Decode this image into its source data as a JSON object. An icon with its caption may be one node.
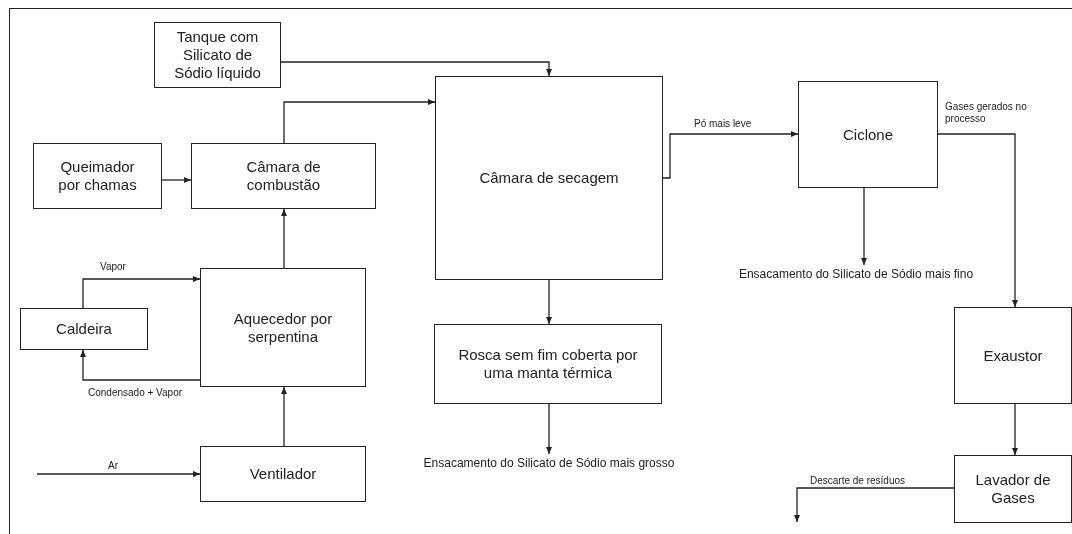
{
  "diagram": {
    "nodes": [
      {
        "text": [
          "Tanque com Silicato de Sódio líquido"
        ]
      },
      {
        "text": [
          "Queimador por chamas"
        ]
      },
      {
        "text": [
          "Câmara de combustão"
        ]
      },
      {
        "text": [
          "Câmara de secagem"
        ]
      },
      {
        "text": [
          "Ciclone"
        ]
      },
      {
        "text": [
          "Caldeira"
        ]
      },
      {
        "text": [
          "Aquecedor por serpentina"
        ]
      },
      {
        "text": [
          "Ventilador"
        ]
      },
      {
        "text": [
          "Rosca sem fim coberta por uma manta térmica"
        ]
      },
      {
        "text": [
          "Exaustor"
        ]
      },
      {
        "text": [
          "Lavador de Gases"
        ]
      },
      {
        "text": [
          "Ensacamento do Silicato de Sódio mais fino"
        ]
      },
      {
        "text": [
          "Ensacamento do Silicato de Sódio mais grosso"
        ]
      }
    ],
    "edges": [
      {
        "from": 0,
        "to": 3,
        "arrow": "to"
      },
      {
        "from": 2,
        "to": 3,
        "arrow": "to"
      },
      {
        "from": 1,
        "to": 2,
        "arrow": "to"
      },
      {
        "from": 6,
        "to": 2,
        "arrow": "to"
      },
      {
        "from": 5,
        "to": 6,
        "arrow": "to",
        "label": "Vapor"
      },
      {
        "from": 6,
        "to": 5,
        "arrow": "to",
        "label": "Condensado + Vapor"
      },
      {
        "from": 7,
        "to": 6,
        "arrow": "to"
      },
      {
        "from": null,
        "to": 7,
        "arrow": "to",
        "label": "Ar"
      },
      {
        "from": 3,
        "to": 4,
        "arrow": "to",
        "label": "Pó mais leve"
      },
      {
        "from": 4,
        "to": 11,
        "arrow": "to"
      },
      {
        "from": 4,
        "to": 9,
        "arrow": "to",
        "label": "Gases gerados no processo"
      },
      {
        "from": 3,
        "to": 8,
        "arrow": "to"
      },
      {
        "from": 8,
        "to": 12,
        "arrow": "to"
      },
      {
        "from": 9,
        "to": 10,
        "arrow": "to"
      },
      {
        "from": 10,
        "to": null,
        "arrow": "to",
        "label": "Descarte de resíduos"
      }
    ]
  }
}
